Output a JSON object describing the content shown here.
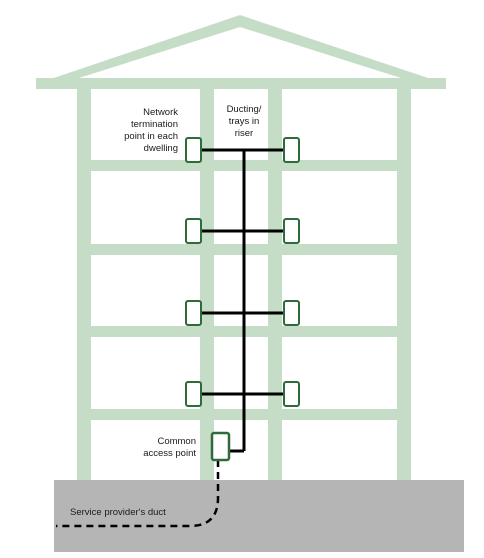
{
  "colors": {
    "structure": "#c5dcc6",
    "outlet_stroke": "#2e6b3a",
    "outlet_fill": "#ffffff",
    "cable": "#000000",
    "ground": "#b5b5b5"
  },
  "labels": {
    "termination_line1": "Network",
    "termination_line2": "termination",
    "termination_line3": "point in each",
    "termination_line4": "dwelling",
    "riser_line1": "Ducting/",
    "riser_line2": "trays in",
    "riser_line3": "riser",
    "access_line1": "Common",
    "access_line2": "access point",
    "duct": "Service provider's duct"
  }
}
